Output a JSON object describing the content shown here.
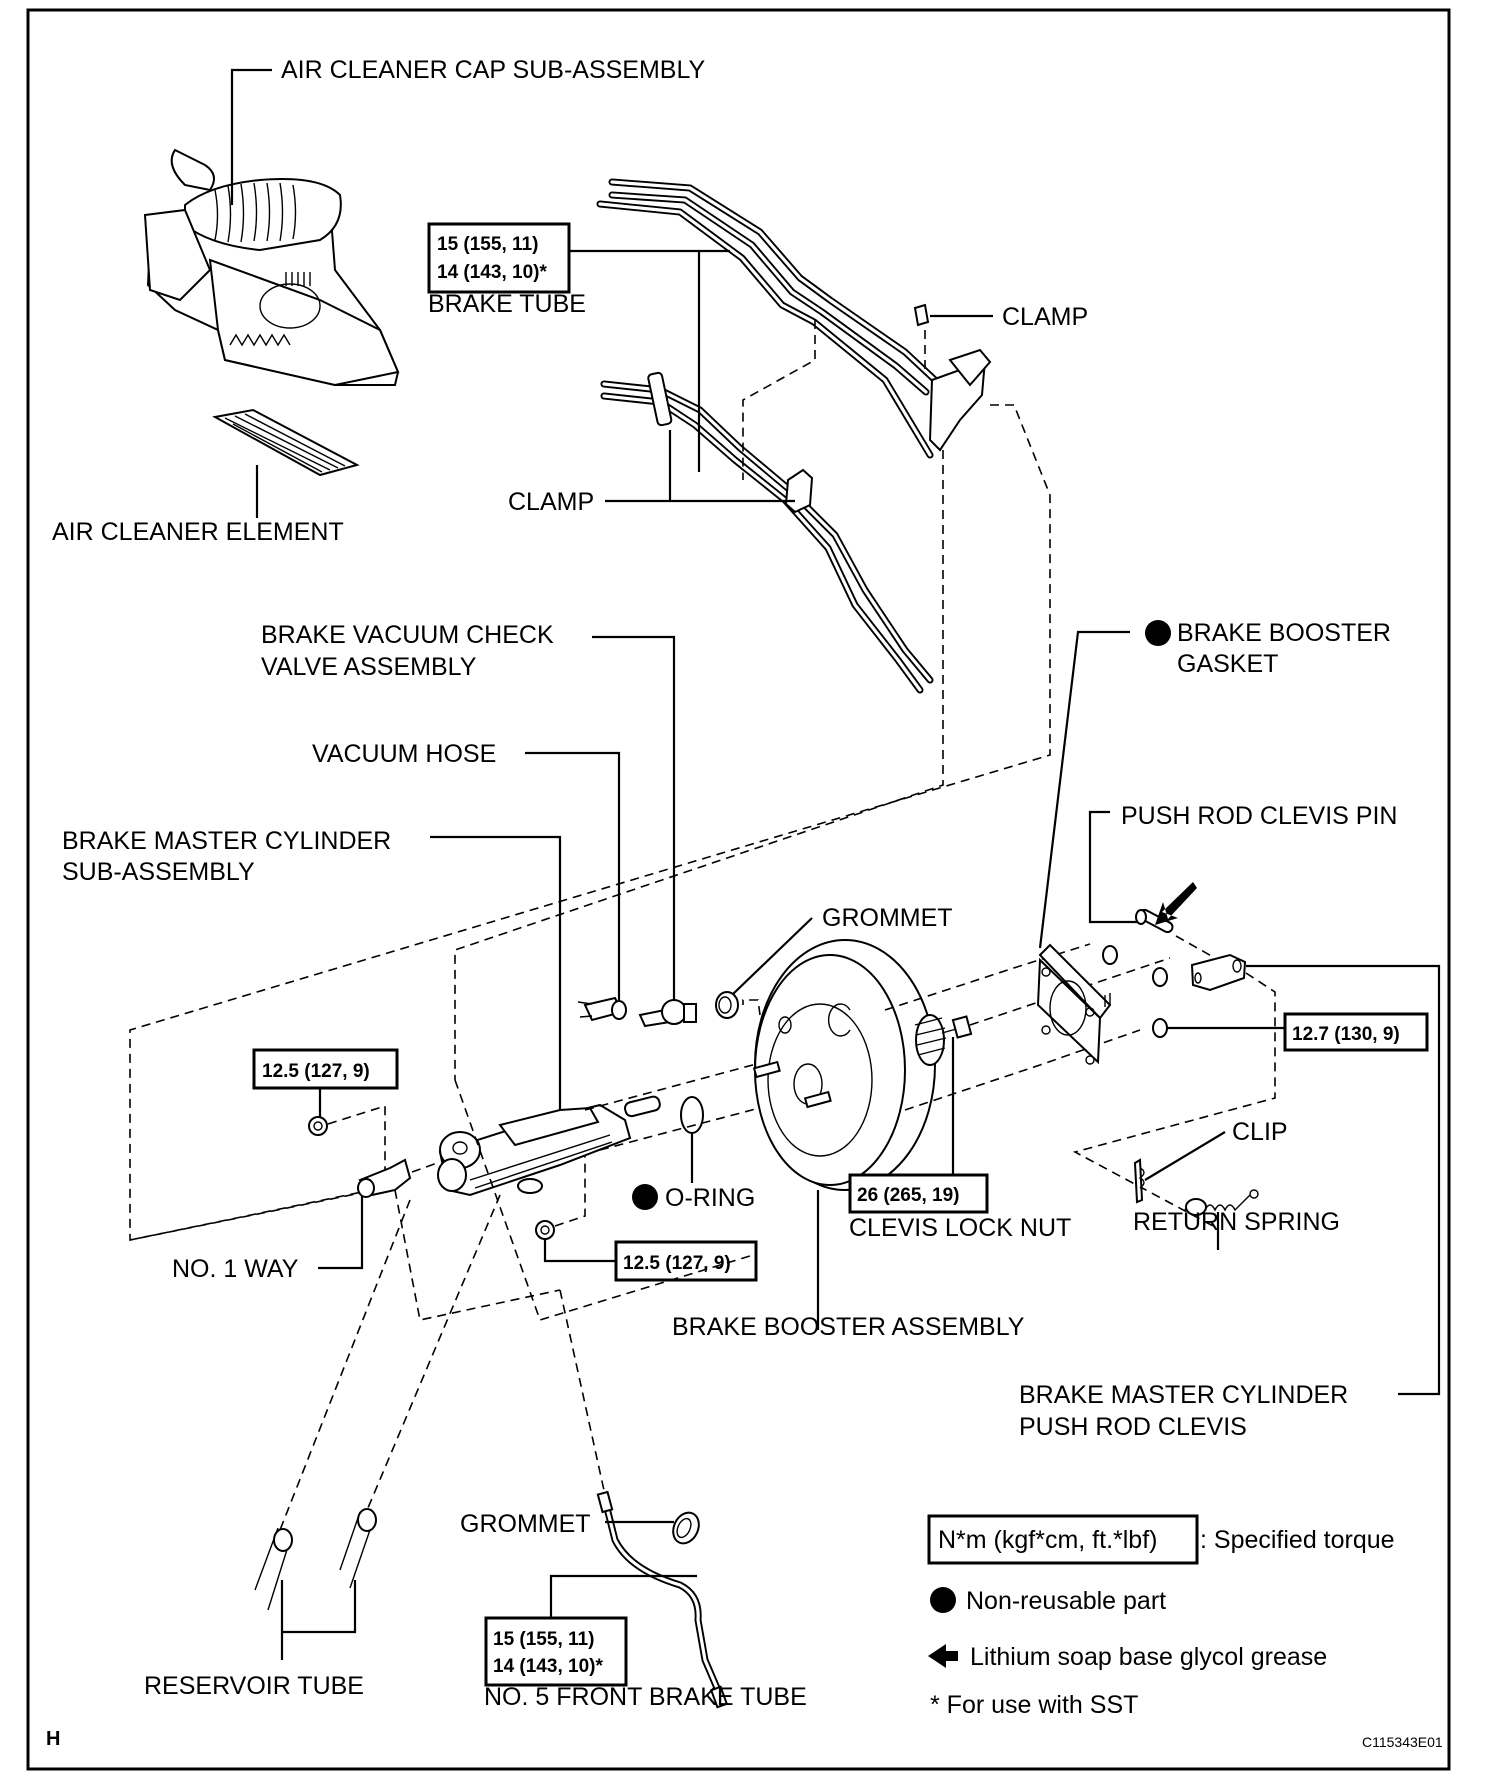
{
  "figure": {
    "view_marker": "H",
    "figure_code": "C115343E01"
  },
  "labels": {
    "air_cleaner_cap": "AIR CLEANER CAP SUB-ASSEMBLY",
    "air_cleaner_element": "AIR CLEANER ELEMENT",
    "brake_tube": "BRAKE TUBE",
    "clamp_top": "CLAMP",
    "clamp_left": "CLAMP",
    "check_valve_line1": "BRAKE VACUUM CHECK",
    "check_valve_line2": "VALVE ASSEMBLY",
    "vacuum_hose": "VACUUM HOSE",
    "master_cyl_line1": "BRAKE MASTER CYLINDER",
    "master_cyl_line2": "SUB-ASSEMBLY",
    "booster_gasket_line1": "BRAKE BOOSTER",
    "booster_gasket_line2": "GASKET",
    "push_rod_clevis_pin": "PUSH ROD CLEVIS PIN",
    "grommet_top": "GROMMET",
    "o_ring": "O-RING",
    "clevis_lock_nut": "CLEVIS LOCK NUT",
    "clip": "CLIP",
    "return_spring": "RETURN SPRING",
    "no1_way": "NO. 1 WAY",
    "brake_booster_assembly": "BRAKE BOOSTER ASSEMBLY",
    "push_rod_clevis_line1": "BRAKE MASTER CYLINDER",
    "push_rod_clevis_line2": "PUSH ROD CLEVIS",
    "reservoir_tube": "RESERVOIR TUBE",
    "grommet_bottom": "GROMMET",
    "no5_front_brake_tube": "NO. 5 FRONT BRAKE TUBE"
  },
  "torques": {
    "brake_tube": [
      "15 (155, 11)",
      "14 (143, 10)*"
    ],
    "master_cyl_nut_upper": "12.5 (127, 9)",
    "master_cyl_nut_lower": "12.5 (127, 9)",
    "clevis_lock_nut": "26 (265, 19)",
    "booster_nut": "12.7 (130, 9)",
    "no5_front_brake_tube": [
      "15 (155, 11)",
      "14 (143, 10)*"
    ]
  },
  "legend": {
    "torque_box": "N*m (kgf*cm, ft.*lbf)",
    "torque_desc": ": Specified torque",
    "non_reusable": "Non-reusable part",
    "grease": "Lithium soap base glycol grease",
    "sst": "* For use with SST"
  }
}
